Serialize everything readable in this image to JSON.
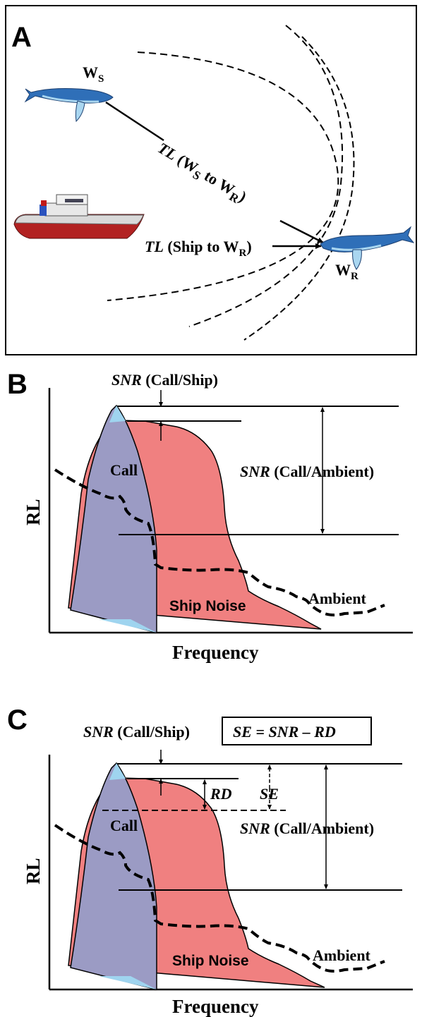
{
  "panel_a": {
    "letter": "A",
    "whale_source": {
      "main": "W",
      "sub": "S"
    },
    "whale_receiver": {
      "main": "W",
      "sub": "R"
    },
    "tl_whale": {
      "it": "TL",
      "open": " (W",
      "sub1": "S",
      "mid": " to W",
      "sub2": "R",
      "close": ")"
    },
    "tl_ship": {
      "it": "TL",
      "open": " (Ship to W",
      "sub": "R",
      "close": ")"
    }
  },
  "panel_b": {
    "letter": "B",
    "snr_call_ship": {
      "it": "SNR",
      "rest": " (Call/Ship)"
    },
    "snr_call_ambient": {
      "it": "SNR",
      "rest": " (Call/Ambient)"
    },
    "call_label": "Call",
    "ambient_label": "Ambient",
    "ship_noise_label": "Ship Noise",
    "y_axis_label": "RL",
    "x_axis_label": "Frequency"
  },
  "panel_c": {
    "letter": "C",
    "snr_call_ship": {
      "it": "SNR",
      "rest": " (Call/Ship)"
    },
    "equation": "SE = SNR – RD",
    "rd_label": "RD",
    "se_label": "SE",
    "snr_call_ambient": {
      "it": "SNR",
      "rest": " (Call/Ambient)"
    },
    "call_label": "Call",
    "ambient_label": "Ambient",
    "ship_noise_label": "Ship Noise",
    "y_axis_label": "RL",
    "x_axis_label": "Frequency"
  },
  "colors": {
    "ship_noise_fill": "#f08080",
    "call_fill": "#9b9bc4",
    "call_peak_fill": "#9fd4ef",
    "whale_blue": "#2f6fb8",
    "ship_hull_red": "#b22222"
  }
}
